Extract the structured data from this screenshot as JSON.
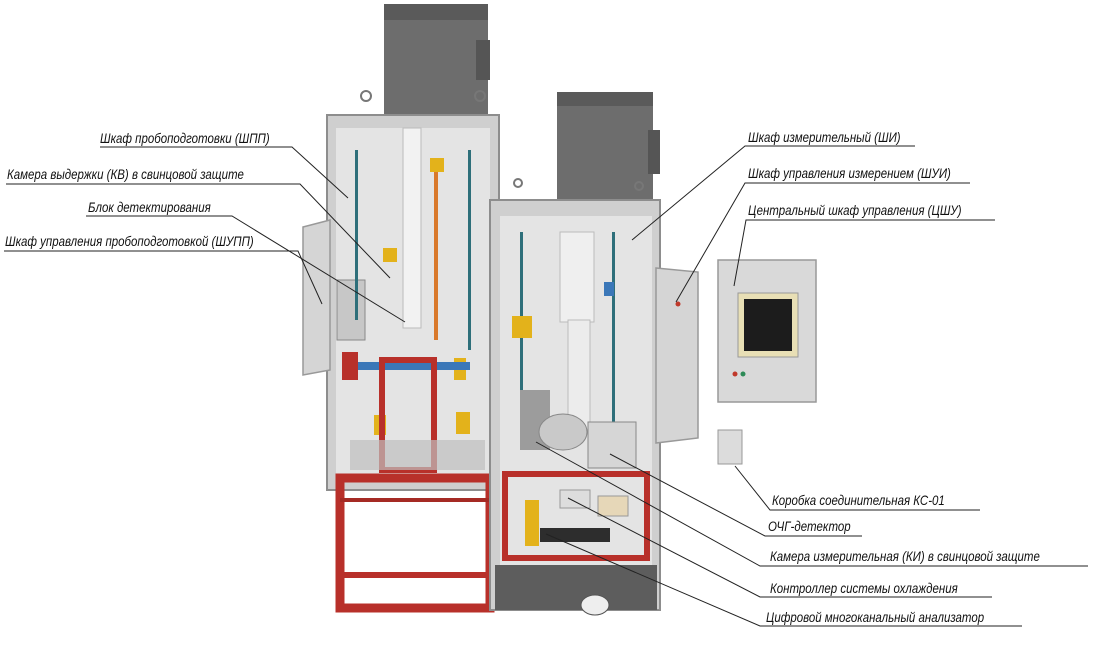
{
  "labels": {
    "shpp": "Шкаф пробоподготовки (ШПП)",
    "kv": "Камера выдержки (КВ) в свинцовой защите",
    "bd": "Блок детектирования",
    "shupp": "Шкаф управления пробоподготовкой (ШУПП)",
    "shi": "Шкаф измерительный (ШИ)",
    "shui": "Шкаф управления измерением (ШУИ)",
    "cshu": "Центральный шкаф управления (ЦШУ)",
    "ks": "Коробка соединительная КС-01",
    "oug": "ОЧГ-детектор",
    "ki": "Камера измерительная (КИ) в свинцовой защите",
    "cool": "Контроллер системы охлаждения",
    "analyzer": "Цифровой многоканальный анализатор"
  },
  "colors": {
    "cabinet": "#d9d9d9",
    "cabinet_dark": "#9a9a9a",
    "frame_red": "#b8302a",
    "housing": "#6d6d6d",
    "leader": "#222222"
  }
}
